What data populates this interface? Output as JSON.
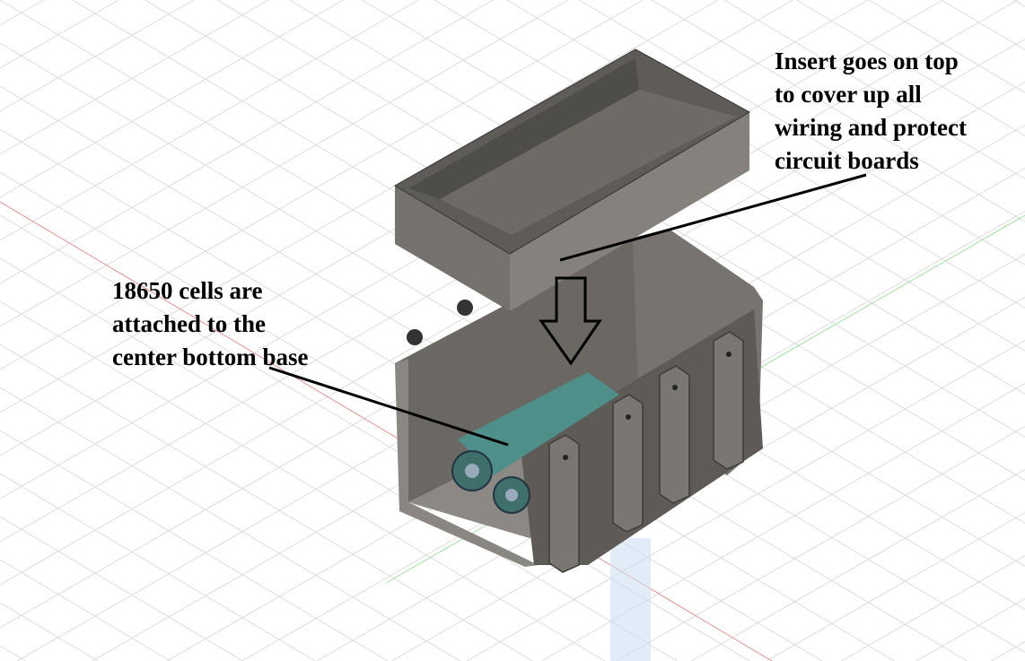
{
  "annotations": {
    "insert": {
      "lines": [
        "Insert goes on top",
        "to cover up all",
        "wiring and protect",
        "circuit boards"
      ]
    },
    "cells": {
      "lines": [
        "18650 cells are",
        "attached to the",
        "center bottom base"
      ]
    }
  },
  "colors": {
    "grid": "#dcdcdc",
    "x_axis": "#e89090",
    "y_axis": "#9ee09e",
    "z_axis": "#a8c8e8",
    "body": "#6e6b66",
    "body_light": "#8a8782",
    "body_dark": "#4a4844",
    "cell": "#4e8f8a"
  }
}
